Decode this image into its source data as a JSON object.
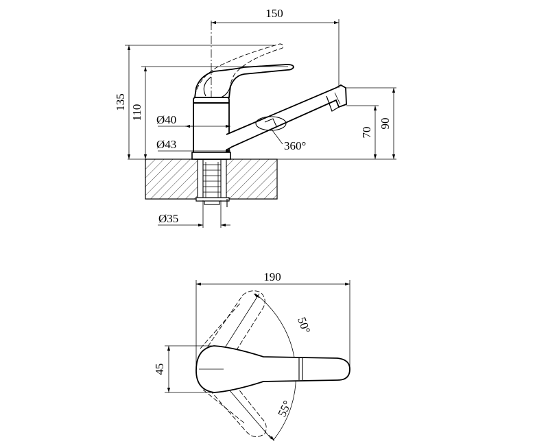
{
  "side_view": {
    "dim_total_width": "150",
    "dim_total_height": "135",
    "dim_handle_height": "110",
    "dim_body_diameter": "Ø40",
    "dim_base_diameter": "Ø43",
    "dim_spout_height_outer": "90",
    "dim_spout_height_inner": "70",
    "dim_spout_rotation": "360°",
    "dim_shank_diameter": "Ø35"
  },
  "top_view": {
    "dim_total_length": "190",
    "dim_body_width": "45",
    "dim_angle_upper": "50°",
    "dim_angle_lower": "55°"
  }
}
